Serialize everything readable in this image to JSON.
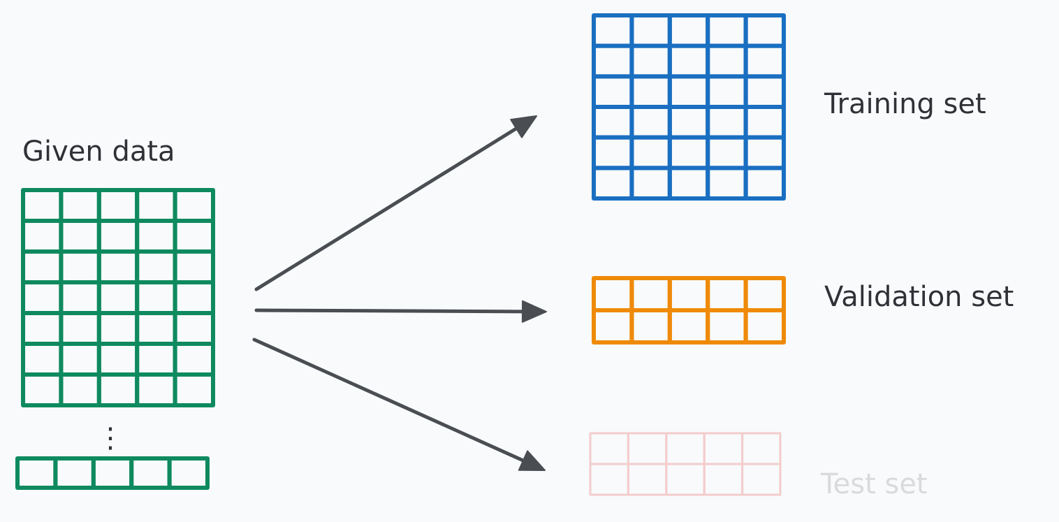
{
  "given_data": {
    "label": "Given data",
    "color": "#0f8a5f",
    "grid": {
      "rows": 7,
      "cols": 5
    },
    "ellipsis": "⋮",
    "tail_row": {
      "rows": 1,
      "cols": 5
    }
  },
  "splits": [
    {
      "id": "training",
      "label": "Training set",
      "color": "#1a6fc1",
      "grid": {
        "rows": 6,
        "cols": 5
      },
      "faded": false
    },
    {
      "id": "validation",
      "label": "Validation set",
      "color": "#ef8a09",
      "grid": {
        "rows": 2,
        "cols": 5
      },
      "faded": false
    },
    {
      "id": "test",
      "label": "Test set",
      "color": "#f4cccc",
      "grid": {
        "rows": 2,
        "cols": 5
      },
      "faded": true
    }
  ],
  "arrow_color": "#4a4d52"
}
